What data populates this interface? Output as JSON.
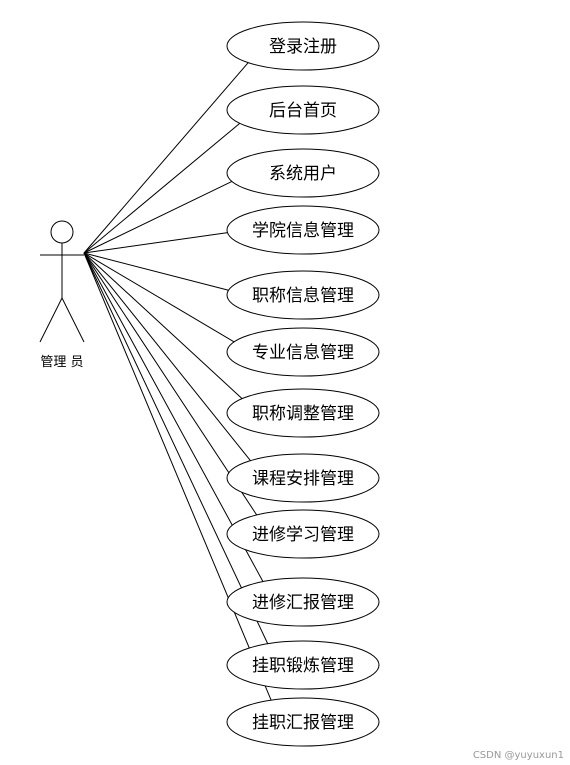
{
  "actor": {
    "label": "管理 员"
  },
  "use_cases": [
    {
      "label": "登录注册"
    },
    {
      "label": "后台首页"
    },
    {
      "label": "系统用户"
    },
    {
      "label": "学院信息管理"
    },
    {
      "label": "职称信息管理"
    },
    {
      "label": "专业信息管理"
    },
    {
      "label": "职称调整管理"
    },
    {
      "label": "课程安排管理"
    },
    {
      "label": "进修学习管理"
    },
    {
      "label": "进修汇报管理"
    },
    {
      "label": "挂职锻炼管理"
    },
    {
      "label": "挂职汇报管理"
    }
  ],
  "watermark": "CSDN @yuyuxun1",
  "colors": {
    "stroke": "#000000",
    "background": "#ffffff"
  }
}
